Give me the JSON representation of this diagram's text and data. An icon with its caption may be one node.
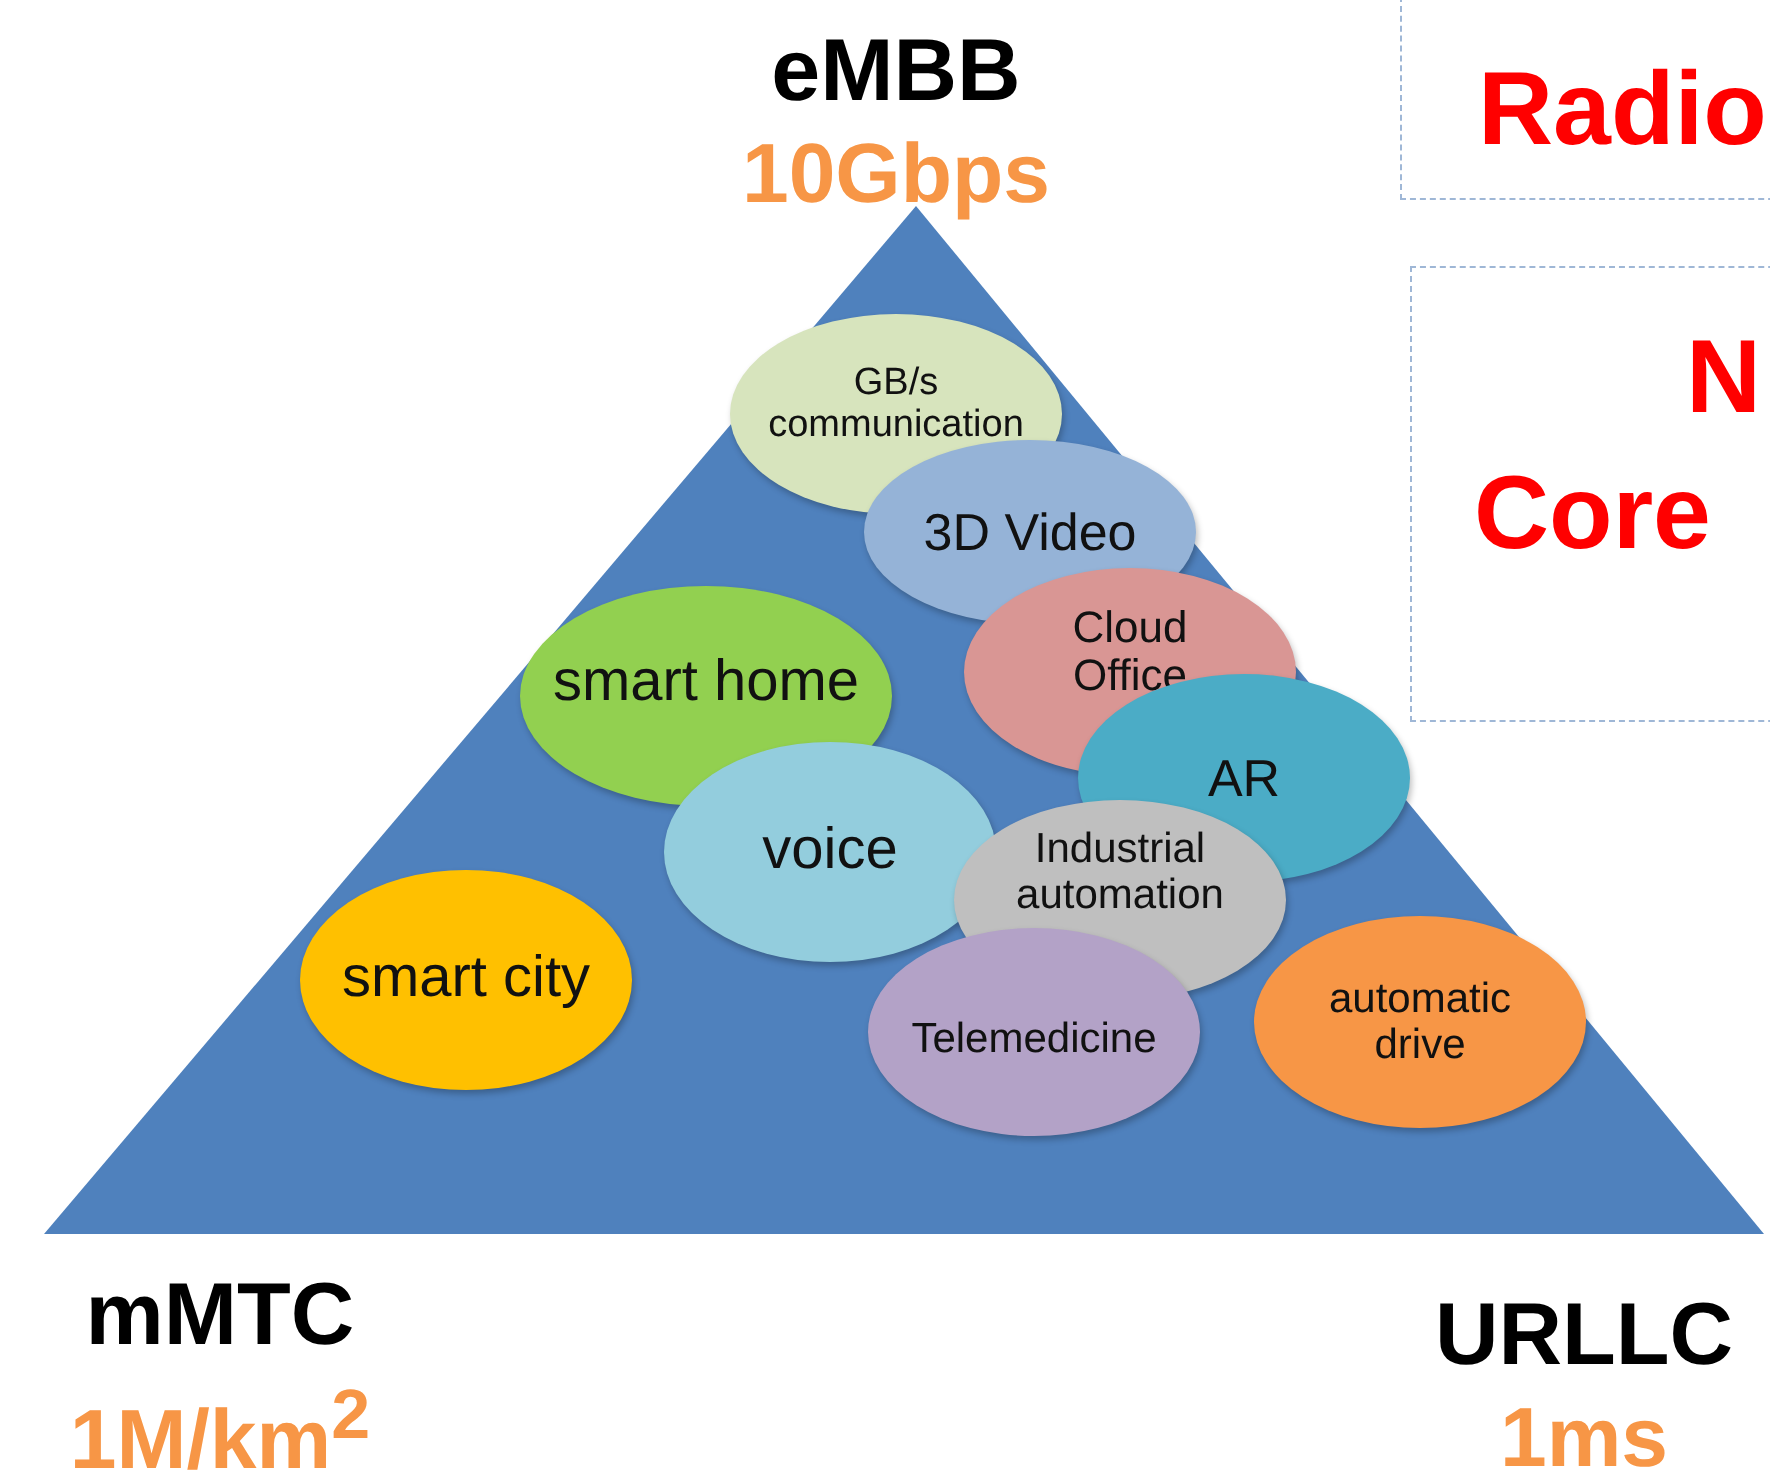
{
  "diagram": {
    "nodes": [
      {
        "text": [],
        "shape": "triangle"
      },
      {
        "text": [
          "GB/s communication"
        ],
        "in": 0
      },
      {
        "text": [
          "3D Video"
        ],
        "in": 0
      },
      {
        "text": [
          "smart home"
        ],
        "in": 0
      },
      {
        "text": [
          "Cloud Office"
        ],
        "in": 0
      },
      {
        "text": [
          "AR"
        ],
        "in": 0
      },
      {
        "text": [
          "voice"
        ],
        "in": 0
      },
      {
        "text": [
          "Industrial automation"
        ],
        "in": 0
      },
      {
        "text": [
          "smart city"
        ],
        "in": 0
      },
      {
        "text": [
          "Telemedicine"
        ],
        "in": 0
      },
      {
        "text": [
          "automatic drive"
        ],
        "in": 0
      },
      {
        "text": [
          "Radio"
        ]
      },
      {
        "text": [
          "N",
          "Core"
        ]
      }
    ],
    "edges": [],
    "labels": [
      "eMBB",
      "10Gbps",
      "mMTC",
      "1M/km$^{2}$",
      "URLLC",
      "1ms"
    ]
  }
}
